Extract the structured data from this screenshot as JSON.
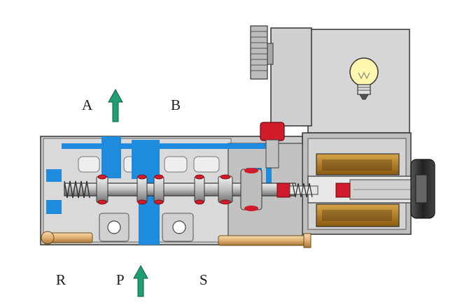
{
  "ports": {
    "a": "A",
    "b": "B",
    "r": "R",
    "p": "P",
    "s": "S"
  },
  "colors": {
    "body": "#c9c9c9",
    "body_dark": "#8e8e8e",
    "air": "#1e8bdc",
    "arrow": "#1f9e72",
    "seal": "#d11a2a",
    "coil": "#b07a1a",
    "bolt": "#e0b070",
    "plug": "#d0d0d0"
  },
  "icons": {
    "lamp": "light-bulb-icon",
    "arrow_up": "arrow-up-icon"
  }
}
